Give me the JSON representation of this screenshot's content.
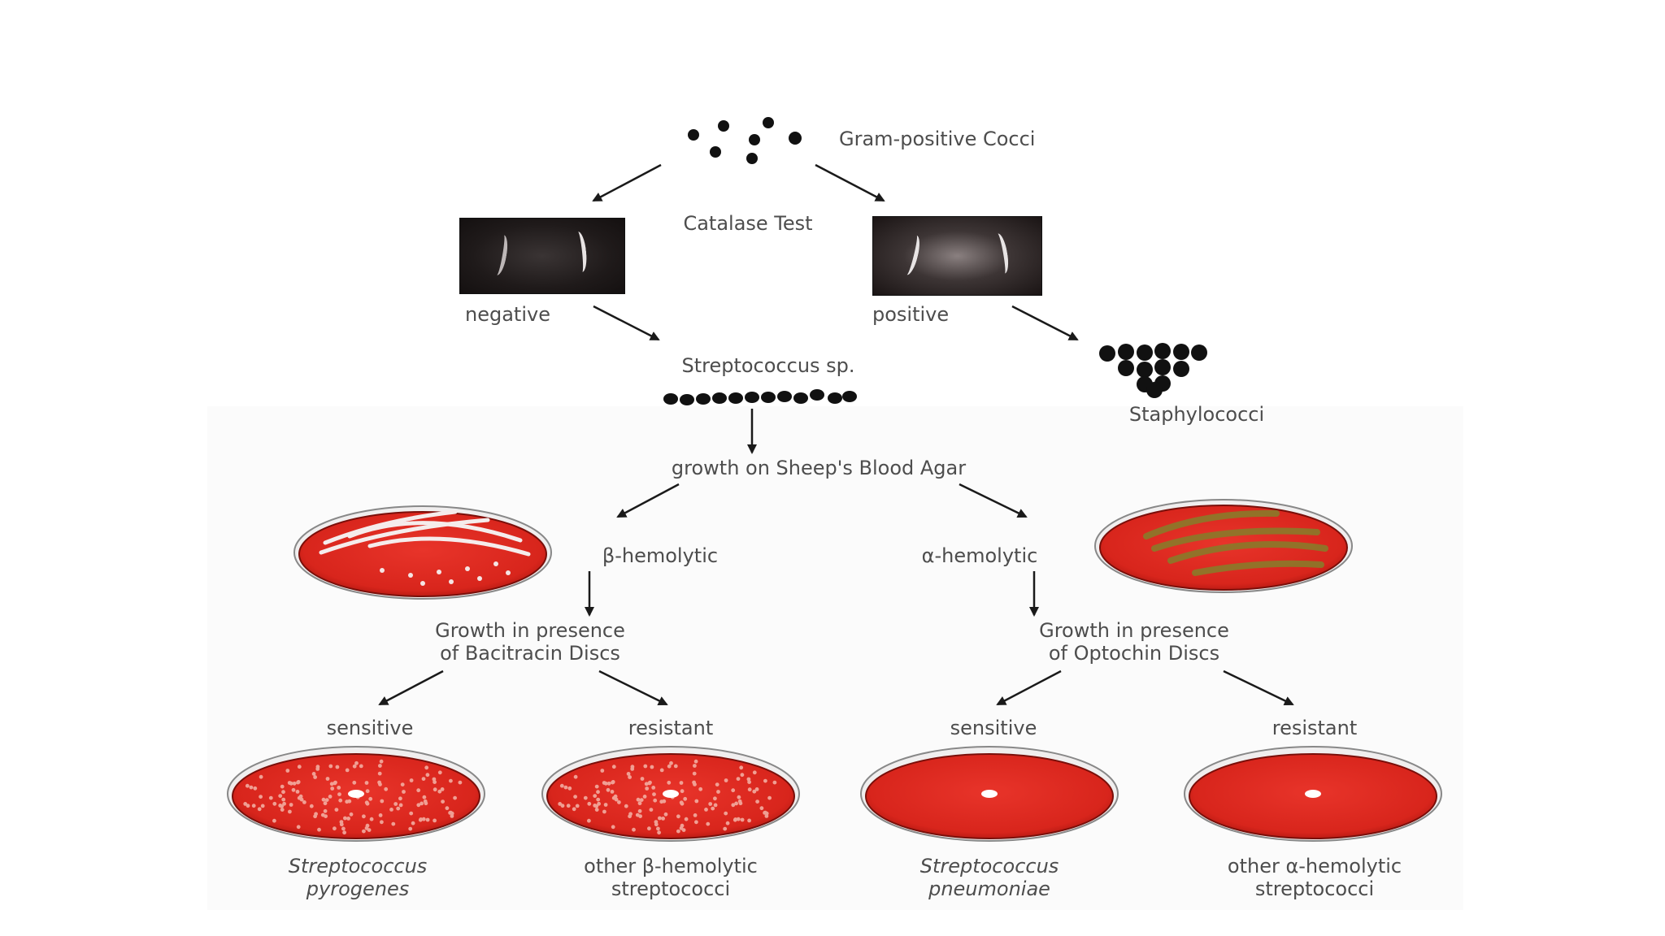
{
  "diagram": {
    "root": "Gram-positive Cocci",
    "test_1": "Catalase Test",
    "negative": "negative",
    "positive": "positive",
    "strep": "Streptococcus sp.",
    "staph": "Staphylococci",
    "blood_agar": "growth on Sheep's Blood Agar",
    "beta": "β-hemolytic",
    "alpha": "α-hemolytic",
    "bacitracin_line1": "Growth in presence",
    "bacitracin_line2": "of Bacitracin Discs",
    "optochin_line1": "Growth in presence",
    "optochin_line2": "of Optochin Discs",
    "beta_sensitive": "sensitive",
    "beta_resistant": "resistant",
    "alpha_sensitive": "sensitive",
    "alpha_resistant": "resistant",
    "leaf1_line1": "Streptococcus",
    "leaf1_line2": "pyrogenes",
    "leaf2_line1": "other β-hemolytic",
    "leaf2_line2": "streptococci",
    "leaf3_line1": "Streptococcus",
    "leaf3_line2": "pneumoniae",
    "leaf4_line1": "other α-hemolytic",
    "leaf4_line2": "streptococci"
  },
  "colors": {
    "agar_red": "#d8251c",
    "agar_dark": "#a8150f",
    "alpha_green": "#8a7a2a",
    "text": "#4d4d4d",
    "cocci": "#111111"
  }
}
